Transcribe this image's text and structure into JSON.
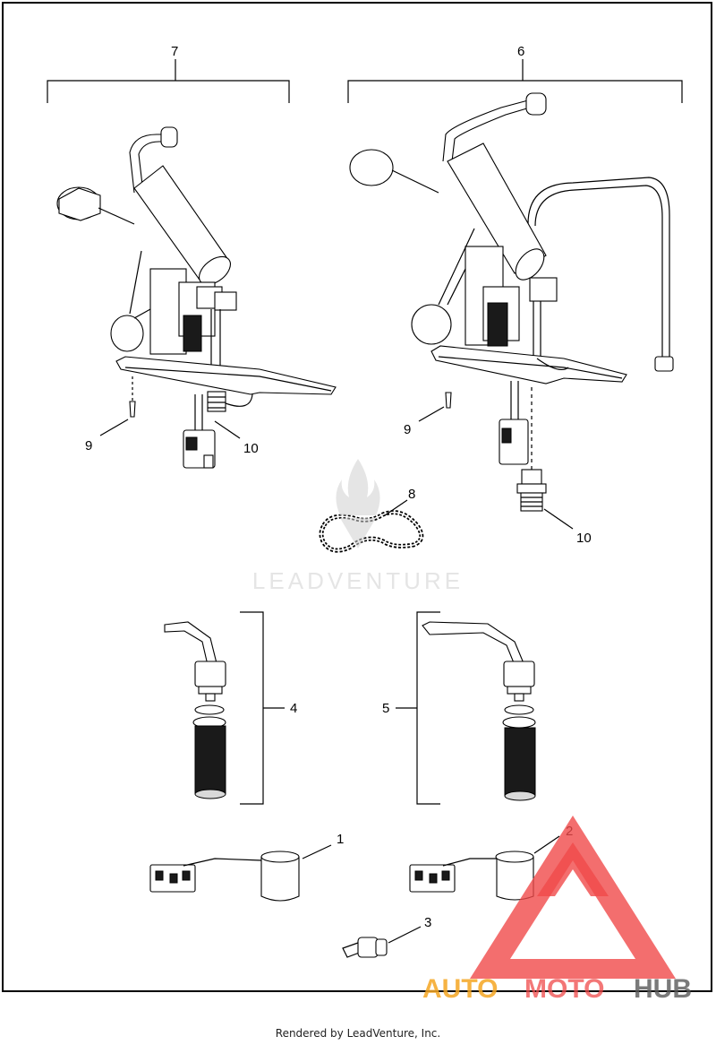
{
  "callouts": {
    "c7": "7",
    "c6": "6",
    "c9a": "9",
    "c10a": "10",
    "c9b": "9",
    "c10b": "10",
    "c8": "8",
    "c4": "4",
    "c5": "5",
    "c1": "1",
    "c2": "2",
    "c3": "3"
  },
  "watermarks": {
    "leadventure": "LEADVENTURE",
    "brand_auto": "AUTO",
    "brand_moto": "MOTO",
    "brand_hub": "HUB"
  },
  "footer": {
    "text": "Rendered by LeadVenture, Inc."
  },
  "colors": {
    "watermark_grey": "#d0d0d0",
    "brand_red": "#f04a4a",
    "brand_orange": "#f5a623",
    "brand_dark": "#5a5a5a"
  }
}
